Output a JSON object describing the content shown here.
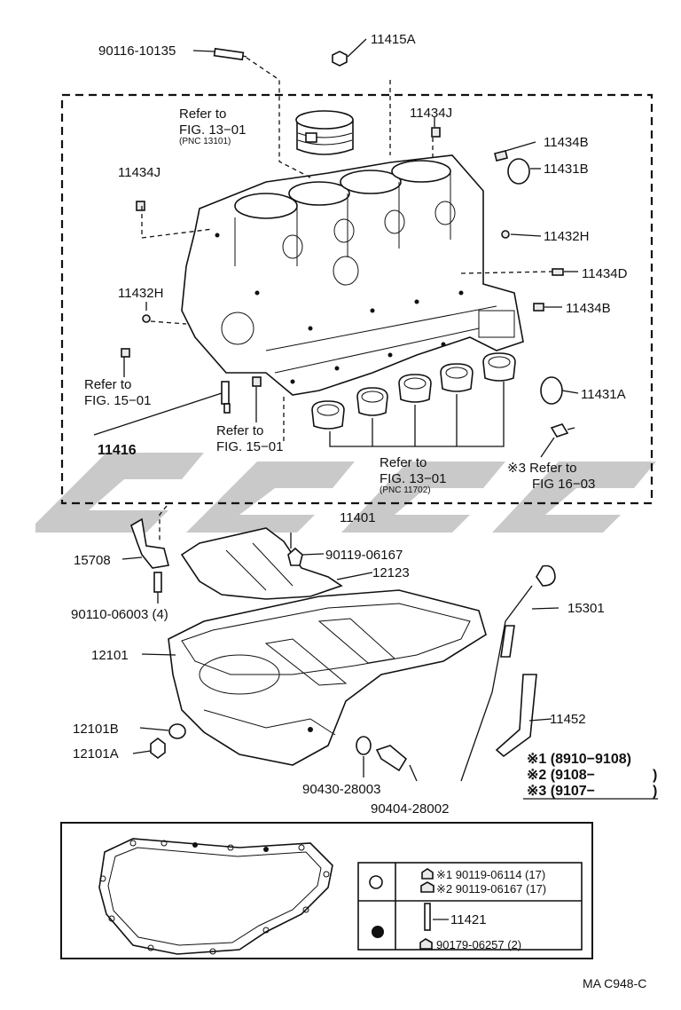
{
  "parts": {
    "p90116_10135": "90116-10135",
    "p11415A": "11415A",
    "refer_piston_1": "Refer to",
    "refer_piston_2": "FIG. 13−01",
    "refer_piston_3": "(PNC 13101)",
    "p11434J_top": "11434J",
    "p11434B_top": "11434B",
    "p11431B": "11431B",
    "p11434J_left": "11434J",
    "p11432H_right": "11432H",
    "p11434D": "11434D",
    "p11432H_left": "11432H",
    "p11434B_right": "11434B",
    "refer15_left_1": "Refer to",
    "refer15_left_2": "FIG. 15−01",
    "p11431A": "11431A",
    "refer15_mid_1": "Refer to",
    "refer15_mid_2": "FIG. 15−01",
    "p11416": "11416",
    "refer_bearing_1": "Refer to",
    "refer_bearing_2": "FIG. 13−01",
    "refer_bearing_3": "(PNC 11702)",
    "refer16_1": "※3 Refer to",
    "refer16_2": "FIG 16−03",
    "p11401": "11401",
    "p15708": "15708",
    "p90119_06167": "90119-06167",
    "p12123": "12123",
    "p90110_06003": "90110-06003 (4)",
    "p15301": "15301",
    "p12101": "12101",
    "p11452": "11452",
    "p12101B": "12101B",
    "p12101A": "12101A",
    "p90430_28003": "90430-28003",
    "p90404_28002": "90404-28002"
  },
  "notes": {
    "n1": "※1 (8910−9108)",
    "n2": "※2 (9108−",
    "n2_close": ")",
    "n3": "※3 (9107−",
    "n3_close": ")"
  },
  "legend": {
    "bolt1": "※1 90119-06114 (17)",
    "bolt2": "※2 90119-06167 (17)",
    "stud": "11421",
    "nut": "90179-06257 (2)"
  },
  "footer": {
    "code": "MA C948-C"
  }
}
